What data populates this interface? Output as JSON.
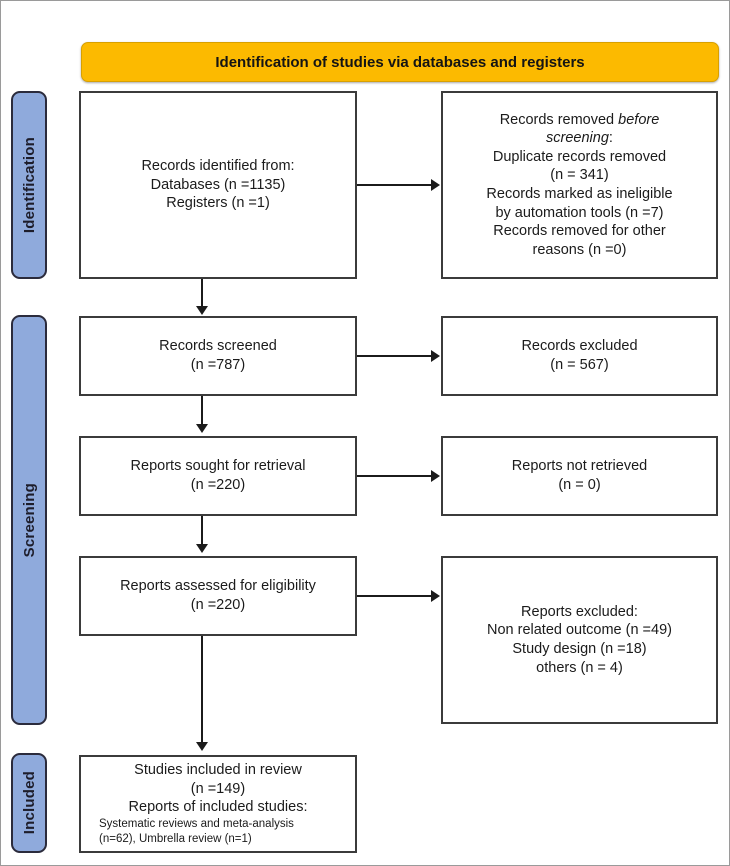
{
  "diagram": {
    "title": "Identification of studies via databases and registers",
    "accent_orange": "#FCBA00",
    "accent_blue": "#8FAADC",
    "stages": [
      {
        "id": "identification",
        "label": "Identification"
      },
      {
        "id": "screening",
        "label": "Screening"
      },
      {
        "id": "included",
        "label": "Included"
      }
    ],
    "boxes": {
      "records_identified": {
        "line1": "Records identified from:",
        "line2": "Databases (n =1135)",
        "line3": "Registers (n =1)"
      },
      "records_removed": {
        "line1_pre": "Records removed ",
        "line1_ital": "before",
        "line2_ital": "screening",
        "line2_post": ":",
        "line3": "Duplicate records removed",
        "line4": "(n = 341)",
        "line5": "Records marked as ineligible",
        "line6": "by automation tools (n =7)",
        "line7": "Records removed for other",
        "line8": "reasons (n =0)"
      },
      "records_screened": {
        "line1": "Records screened",
        "line2": "(n =787)"
      },
      "records_excluded": {
        "line1": "Records excluded",
        "line2": "(n = 567)"
      },
      "reports_sought": {
        "line1": "Reports sought for retrieval",
        "line2": "(n =220)"
      },
      "reports_not_retrieved": {
        "line1": "Reports not retrieved",
        "line2": "(n = 0)"
      },
      "reports_assessed": {
        "line1": "Reports assessed for eligibility",
        "line2": "(n =220)"
      },
      "reports_excluded": {
        "line1": "Reports excluded:",
        "line2": "Non related outcome (n =49)",
        "line3": "Study design (n =18)",
        "line4": "others (n = 4)"
      },
      "studies_included": {
        "line1": "Studies included in review",
        "line2": "(n =149)",
        "line3": "Reports of included studies:",
        "small1": "Systematic reviews and meta-analysis",
        "small2": "(n=62), Umbrella review (n=1)"
      }
    }
  }
}
